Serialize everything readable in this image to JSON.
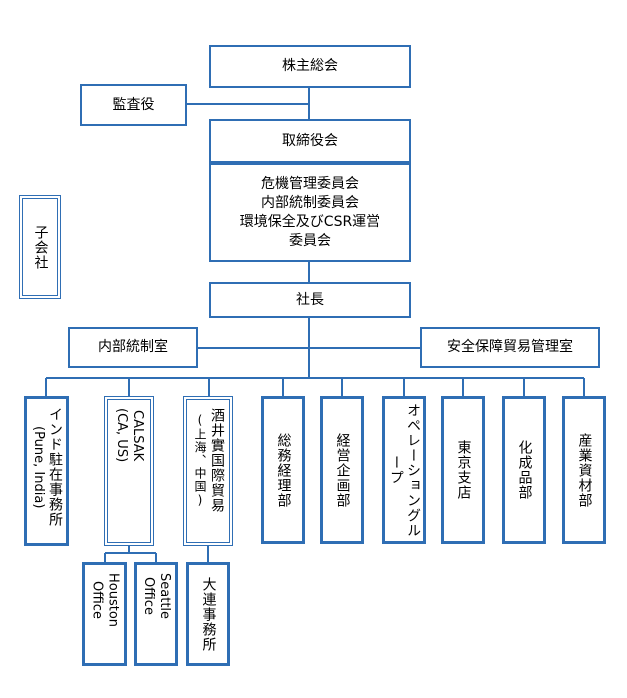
{
  "shareholders": "株主総会",
  "auditor": "監査役",
  "board": "取締役会",
  "committees": [
    "危機管理委員会",
    "内部統制委員会",
    "環境保全及びCSR運営",
    "委員会"
  ],
  "subsidiaries": "子会社",
  "president": "社長",
  "internal_control": "内部統制室",
  "security_trade": "安全保障貿易管理室",
  "india": {
    "name": "インド駐在事務所",
    "sub": "(Pune, India)"
  },
  "calsak": {
    "name": "CALSAK",
    "sub": "(CA, US)"
  },
  "shanghai": {
    "name": "酒井實国際貿易",
    "sub": "(上海、中国)"
  },
  "general_affairs": "総務経理部",
  "planning": "経営企画部",
  "operation": "オペレーショングループ",
  "tokyo": "東京支店",
  "chemicals": "化成品部",
  "industrial": "産業資材部",
  "houston": [
    "Houston",
    "Office"
  ],
  "seattle": [
    "Seattle",
    "Office"
  ],
  "dalian": "大連事務所",
  "colors": {
    "border": "#2f6eb4",
    "line": "#2f6eb4"
  }
}
